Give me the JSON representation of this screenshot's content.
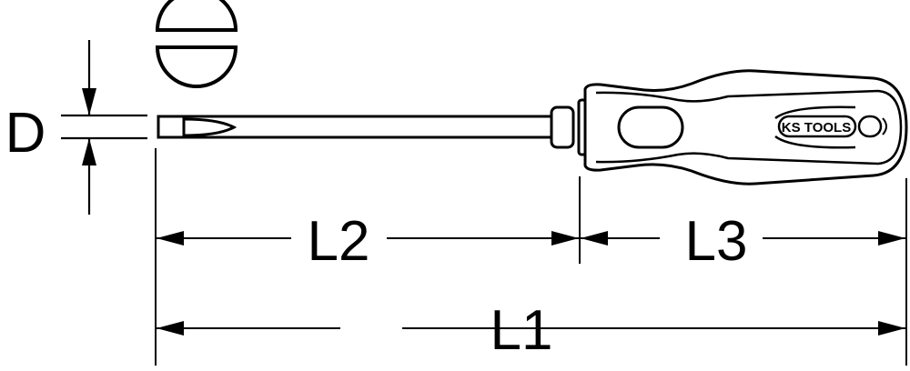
{
  "diagram": {
    "subject": "slotted screwdriver technical drawing",
    "tip_profile_symbol": "slotted-tip-symbol",
    "brand_logo": "KS TOOLS",
    "line_color": "#000000",
    "background": "#ffffff"
  },
  "dimensions": {
    "D": "D",
    "L1": "L1",
    "L2": "L2",
    "L3": "L3"
  }
}
